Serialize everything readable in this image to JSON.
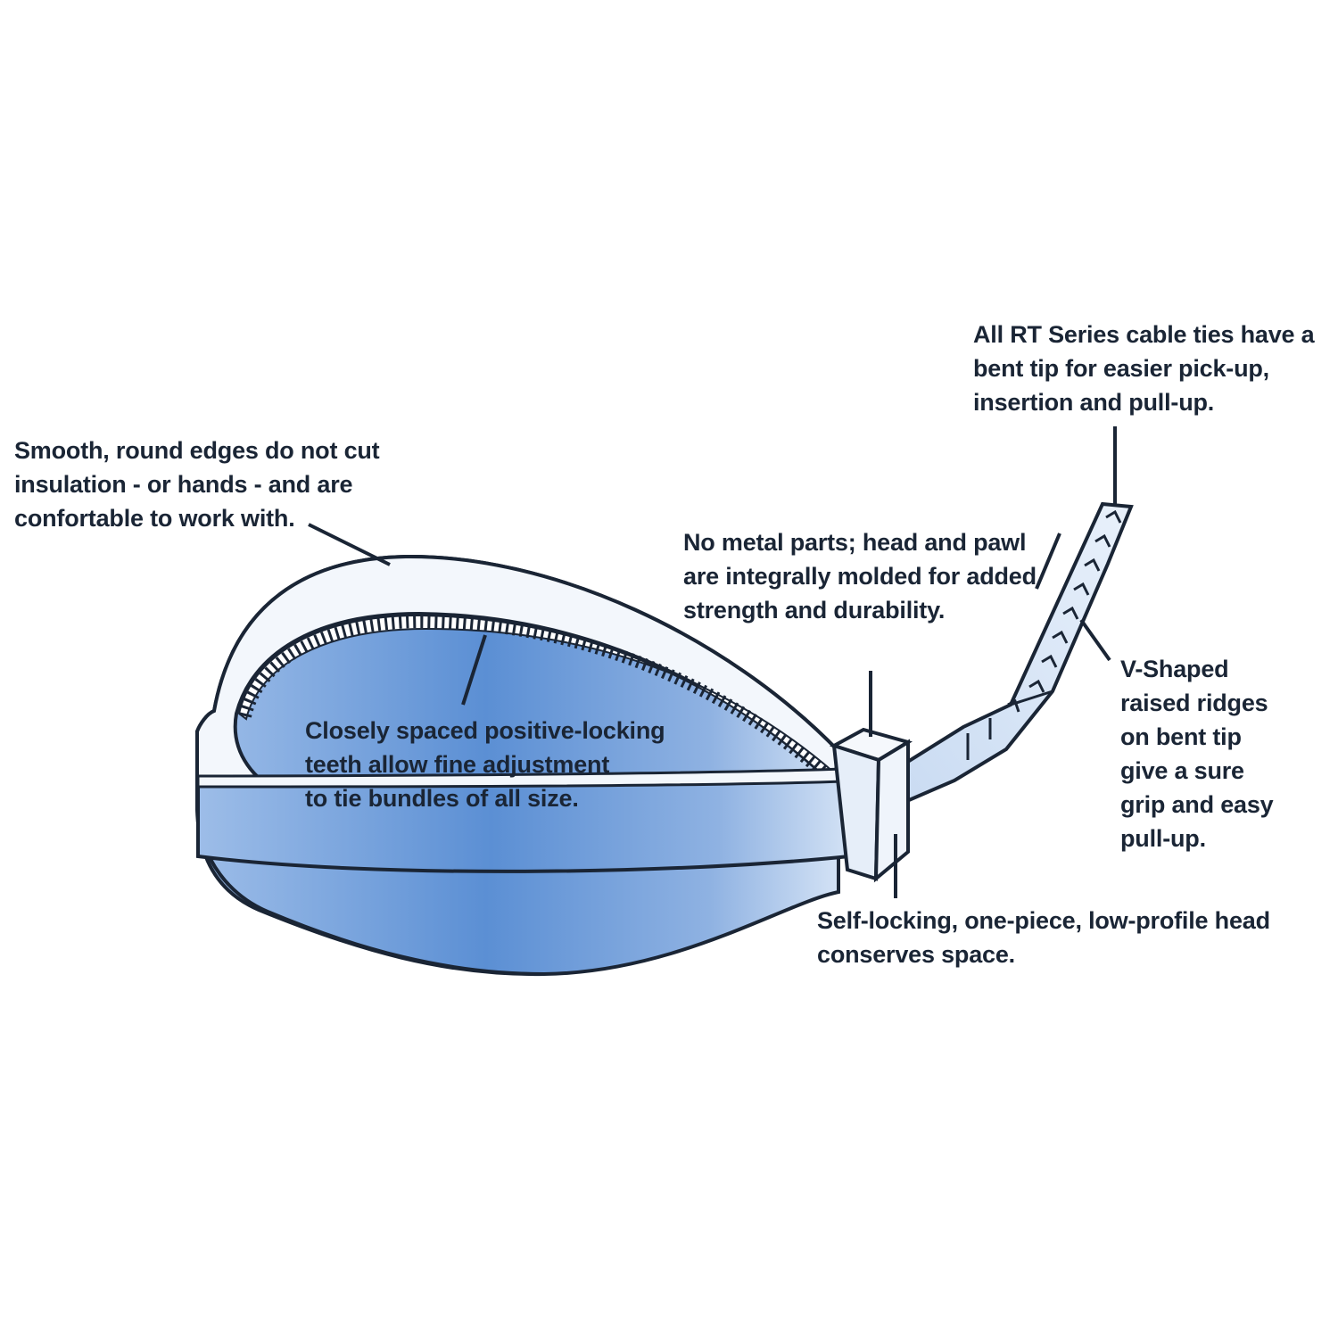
{
  "colors": {
    "background": "#ffffff",
    "outline": "#1a2535",
    "tie_light": "#edf3fb",
    "tie_blue": "#5b8fd4",
    "text": "#1a2535"
  },
  "callouts": {
    "edges": "Smooth, round edges do not cut\ninsulation - or hands - and are\nconfortable to work with.",
    "teeth": "Closely spaced positive-locking\nteeth allow fine adjustment\nto tie bundles of all size.",
    "metal": "No metal parts; head and pawl\nare integrally molded for added\nstrength and durability.",
    "tip": "All RT Series cable ties have a\nbent tip for easier pick-up,\ninsertion and pull-up.",
    "ridges": "V-Shaped\nraised ridges\non bent tip\ngive a sure\ngrip and easy\npull-up.",
    "head": "Self-locking, one-piece, low-profile head\nconserves space."
  }
}
